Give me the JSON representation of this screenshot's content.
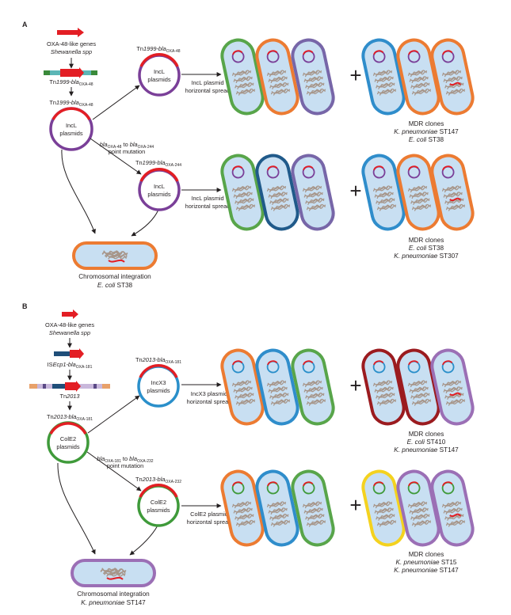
{
  "panel_a": {
    "letter": "A",
    "source_genes": "OXA-48-like genes",
    "source_species": "Shewanella spp",
    "tn_top_pre": "Tn",
    "tn_top_it": "1999-bla",
    "tn_top_sub": "OXA-48",
    "tn_left_pre": "Tn",
    "tn_left_it": "1999-bla",
    "tn_left_sub": "OXA-48",
    "plasmid_main_line1": "IncL",
    "plasmid_main_line2": "plasmids",
    "upper_tn_pre": "Tn",
    "upper_tn_it": "1999-bla",
    "upper_tn_sub": "OXA-48",
    "upper_plasmid_line1": "IncL",
    "upper_plasmid_line2": "plasmids",
    "upper_spread_line1": "IncL plasmid",
    "upper_spread_line2": "horizontal spread",
    "mutation_bla1": "bla",
    "mutation_sub1": "OXA-48",
    "mutation_to": " to ",
    "mutation_bla2": "bla",
    "mutation_sub2": "OXA-244",
    "mutation_line2": "point mutation",
    "lower_tn_pre": "Tn",
    "lower_tn_it": "1999-bla",
    "lower_tn_sub": "OXA-244",
    "lower_plasmid_line1": "IncL",
    "lower_plasmid_line2": "plasmids",
    "lower_spread_line1": "IncL plasmid",
    "lower_spread_line2": "horizontal spread",
    "plus": "+",
    "mdr1_title": "MDR clones",
    "mdr1_line1_it": "K. pneumoniae",
    "mdr1_line1_rest": " ST147",
    "mdr1_line2_it": "E. coli",
    "mdr1_line2_rest": " ST38",
    "mdr2_title": "MDR clones",
    "mdr2_line1_it": "E. coli",
    "mdr2_line1_rest": " ST38",
    "mdr2_line2_it": "K. pneumoniae",
    "mdr2_line2_rest": " ST307",
    "chrom_title": "Chromosomal integration",
    "chrom_it": "E. coli",
    "chrom_rest": " ST38"
  },
  "panel_b": {
    "letter": "B",
    "source_genes": "OXA-48-like genes",
    "source_species": "Shewanella spp",
    "is_pre": "IS",
    "is_it": "Ecp1-bla",
    "is_sub": "OXA-181",
    "tn_bar_pre": "Tn",
    "tn_bar_it": "2013",
    "tn_left_pre": "Tn",
    "tn_left_it": "2013-bla",
    "tn_left_sub": "OXA-181",
    "plasmid_main_line1": "ColE2",
    "plasmid_main_line2": "plasmids",
    "upper_tn_pre": "Tn",
    "upper_tn_it": "2013-bla",
    "upper_tn_sub": "OXA-181",
    "upper_plasmid_line1": "IncX3",
    "upper_plasmid_line2": "plasmids",
    "upper_spread_line1": "IncX3 plasmid",
    "upper_spread_line2": "horizontal spread",
    "mutation_bla1": "bla",
    "mutation_sub1": "OXA-181",
    "mutation_to": " to ",
    "mutation_bla2": "bla",
    "mutation_sub2": "OXA-232",
    "mutation_line2": "point mutation",
    "lower_tn_pre": "Tn",
    "lower_tn_it": "2013-bla",
    "lower_tn_sub": "OXA-232",
    "lower_plasmid_line1": "ColE2",
    "lower_plasmid_line2": "plasmids",
    "lower_spread_line1": "ColE2 plasmid",
    "lower_spread_line2": "horizontal spread",
    "plus": "+",
    "mdr1_title": "MDR clones",
    "mdr1_line1_it": "E. coli",
    "mdr1_line1_rest": " ST410",
    "mdr1_line2_it": "K. pneumoniae",
    "mdr1_line2_rest": " ST147",
    "mdr2_title": "MDR clones",
    "mdr2_line1_it": "K. pneumoniae",
    "mdr2_line1_rest": " ST15",
    "mdr2_line2_it": "K. pneumoniae",
    "mdr2_line2_rest": " ST147",
    "chrom_title": "Chromosomal integration",
    "chrom_it": "K. pneumoniae",
    "chrom_rest": " ST147"
  },
  "colors": {
    "red_gene": "#e31e24",
    "incl_purple": "#7a3f98",
    "incx3_blue": "#2a8fca",
    "cole2_green": "#3f9a3a",
    "cell_fill": "#c8dff2",
    "cell_orange": "#ec7b32",
    "cell_green": "#58a54a",
    "cell_purple": "#7766a8",
    "cell_blue": "#2f8dcb",
    "cell_darkblue": "#205a8a",
    "cell_darkred": "#9b1b1f",
    "cell_lilac": "#9b6fb5",
    "cell_yellow": "#f4d21f",
    "chromosome": "#a7968a",
    "teal_box": "#5cb6b6"
  }
}
